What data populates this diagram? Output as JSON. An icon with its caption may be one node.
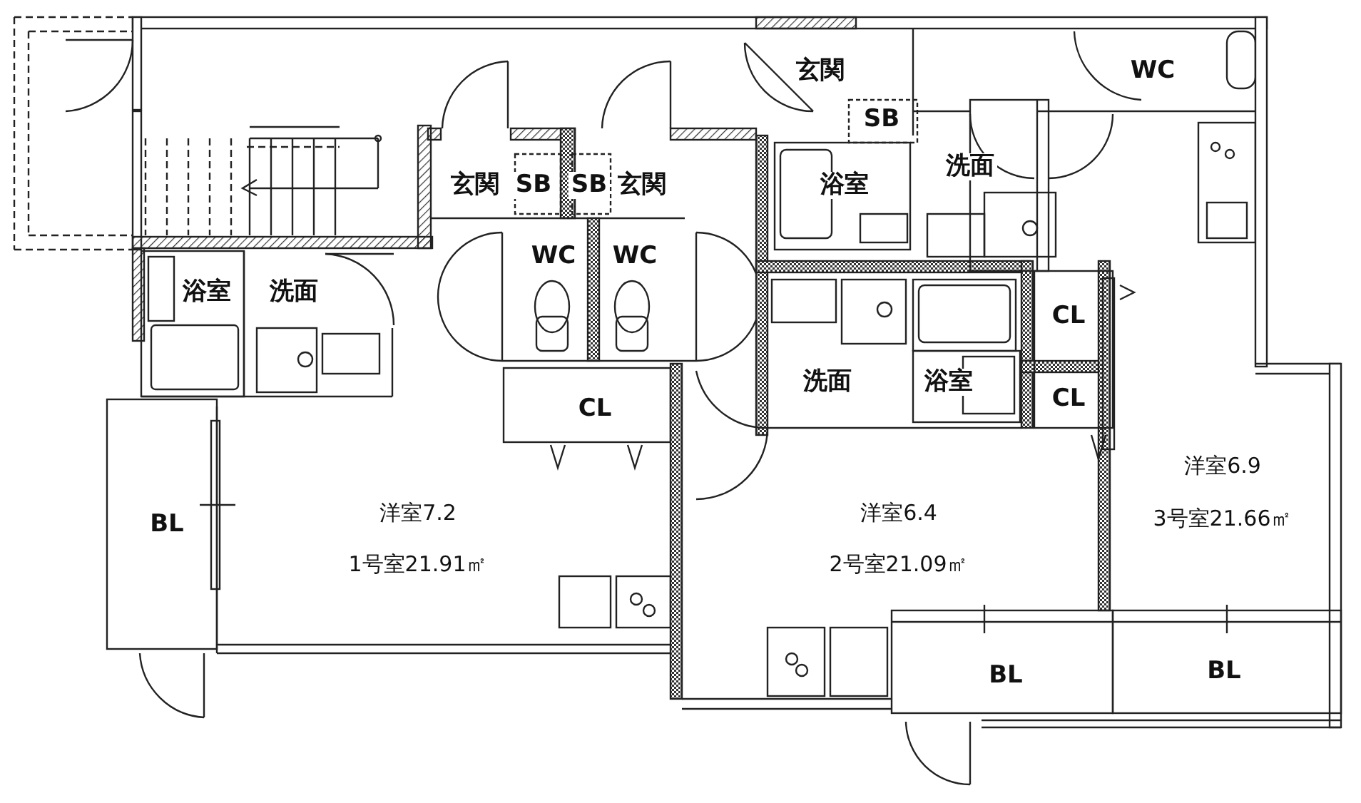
{
  "diagram": {
    "labels": [
      "玄関",
      "WC",
      "SB",
      "玄関",
      "SB",
      "SB",
      "玄関",
      "浴室",
      "洗面",
      "浴室",
      "洗面",
      "WC",
      "WC",
      "CL",
      "洗面",
      "浴室",
      "CL",
      "CL",
      "洋室6.9",
      "BL",
      "洋室7.2",
      "洋室6.4",
      "3号室21.66㎡",
      "1号室21.91㎡",
      "2号室21.09㎡",
      "BL",
      "BL"
    ]
  }
}
